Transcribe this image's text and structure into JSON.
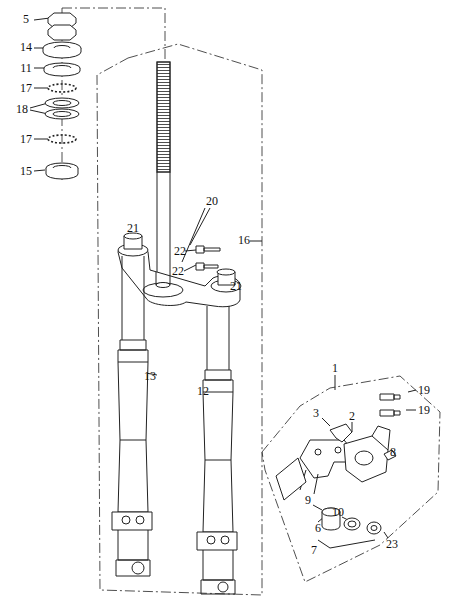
{
  "diagram": {
    "labels": [
      "5",
      "14",
      "11",
      "17",
      "18",
      "17",
      "15",
      "20",
      "21",
      "22",
      "22",
      "21",
      "16",
      "1",
      "3",
      "2",
      "19",
      "19",
      "8",
      "13",
      "12",
      "9",
      "6",
      "10",
      "23",
      "7"
    ]
  }
}
